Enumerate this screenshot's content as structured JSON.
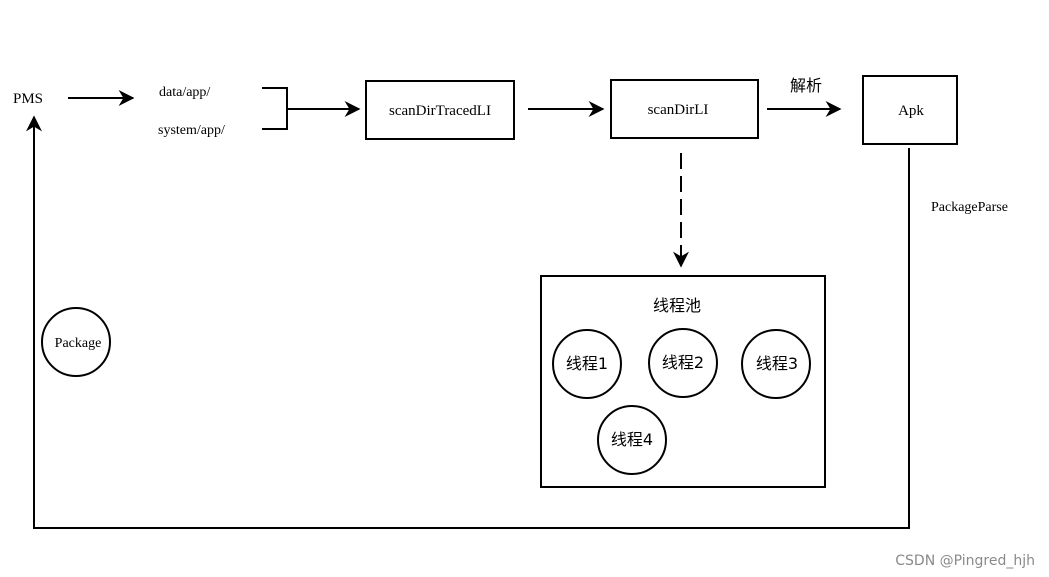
{
  "nodes": {
    "pms": "PMS",
    "data_app": "data/app/",
    "system_app": "system/app/",
    "scan_dir_traced": "scanDirTracedLI",
    "scan_dir": "scanDirLI",
    "apk": "Apk",
    "package": "Package",
    "thread_pool": "线程池",
    "threads": [
      "线程1",
      "线程2",
      "线程3",
      "线程4"
    ]
  },
  "edges": {
    "parse_label": "解析",
    "package_parse_label": "PackageParse"
  },
  "watermark": "CSDN @Pingred_hjh"
}
